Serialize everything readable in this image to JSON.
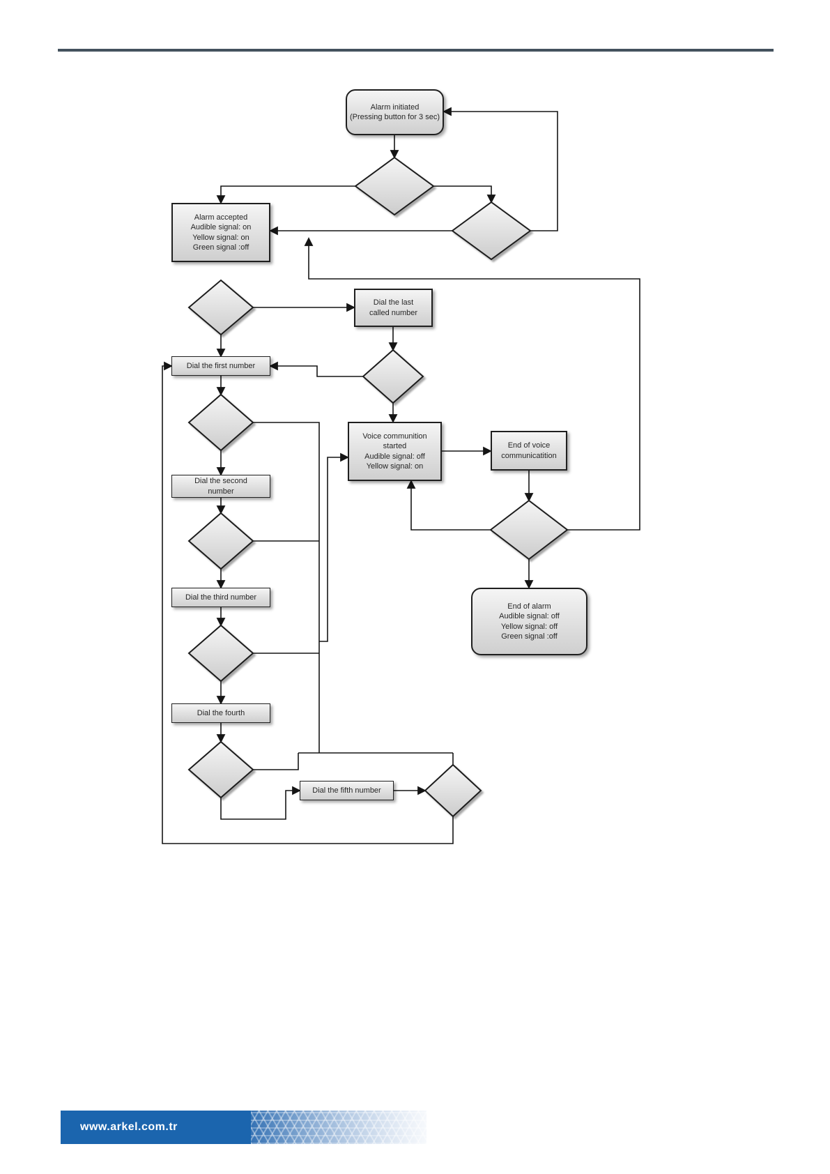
{
  "page": {
    "footer_url": "www.arkel.com.tr"
  },
  "colors": {
    "accent_blue": "#1b65ae",
    "top_rule": "#44525e",
    "shape_border": "#1f1f1f",
    "shape_fill_top": "#f5f5f5",
    "shape_fill_bottom": "#cfcfcf",
    "connector": "#151515"
  },
  "flowchart": {
    "nodes": {
      "alarm_initiated": {
        "type": "start",
        "label": "Alarm initiated\n(Pressing button for 3 sec)"
      },
      "alarm_accepted": {
        "type": "process",
        "label": "Alarm accepted\nAudible signal: on\nYellow signal: on\nGreen signal :off"
      },
      "dial_last": {
        "type": "process",
        "label": "Dial the last\ncalled number"
      },
      "dial_first": {
        "type": "process",
        "label": "Dial the first number"
      },
      "dial_second": {
        "type": "process",
        "label": "Dial the second\nnumber"
      },
      "dial_third": {
        "type": "process",
        "label": "Dial the third number"
      },
      "dial_fourth": {
        "type": "process",
        "label": "Dial the fourth"
      },
      "dial_fifth": {
        "type": "process",
        "label": "Dial the fifth number"
      },
      "voice_started": {
        "type": "process",
        "label": "Voice communition\nstarted\nAudible signal: off\nYellow signal: on"
      },
      "end_voice": {
        "type": "process",
        "label": "End of voice\ncommunicatition"
      },
      "end_alarm": {
        "type": "end",
        "label": "End of alarm\nAudible signal: off\nYellow signal: off\nGreen signal :off"
      }
    }
  }
}
